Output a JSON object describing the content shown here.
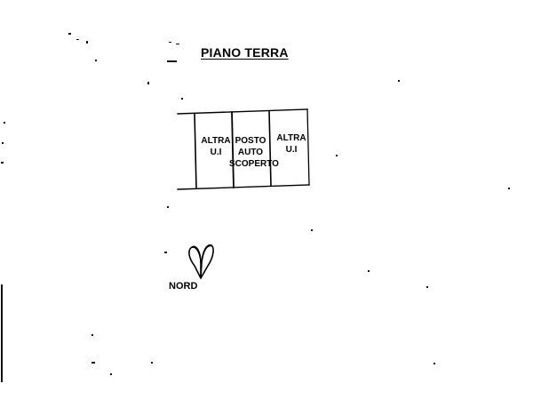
{
  "title": "PIANO TERRA",
  "rooms": [
    {
      "lines": [
        "ALTRA",
        "U.I"
      ]
    },
    {
      "lines": [
        "POSTO",
        "AUTO",
        "SCOPERTO"
      ]
    },
    {
      "lines": [
        "ALTRA",
        "U.I"
      ]
    }
  ],
  "north": {
    "label": "NORD",
    "icon": "north-arrow-icon"
  },
  "colors": {
    "ink": "#000000",
    "paper": "#ffffff"
  }
}
